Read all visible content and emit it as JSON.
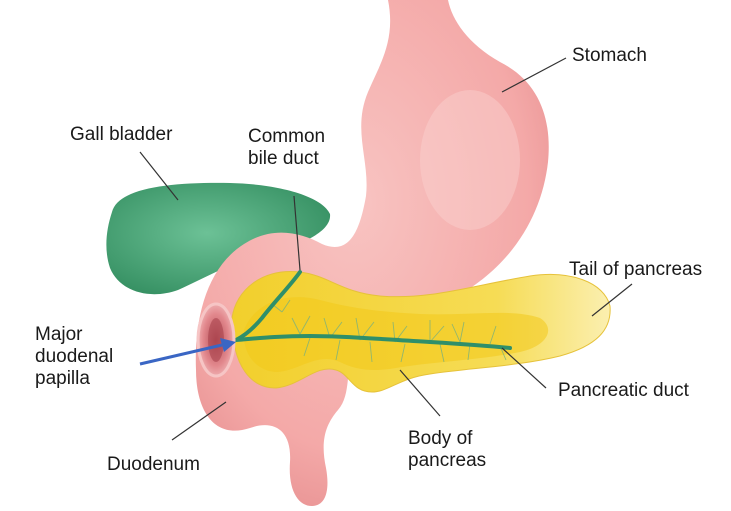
{
  "labels": {
    "stomach": "Stomach",
    "gall_bladder": "Gall bladder",
    "common_bile_duct": [
      "Common",
      "bile duct"
    ],
    "tail_of_pancreas": "Tail of pancreas",
    "major_duodenal_papilla": [
      "Major",
      "duodenal",
      "papilla"
    ],
    "pancreatic_duct": "Pancreatic duct",
    "body_of_pancreas": [
      "Body of",
      "pancreas"
    ],
    "duodenum": "Duodenum"
  },
  "colors": {
    "stomach": "#f4a9a8",
    "stomach_shade": "#e98f90",
    "gall_bladder": "#3f9e6e",
    "pancreas": "#f4d43a",
    "pancreas_light": "#fbeb8e",
    "duct": "#2f8f6a",
    "arrow": "#3a66c4",
    "leader": "#333333"
  }
}
